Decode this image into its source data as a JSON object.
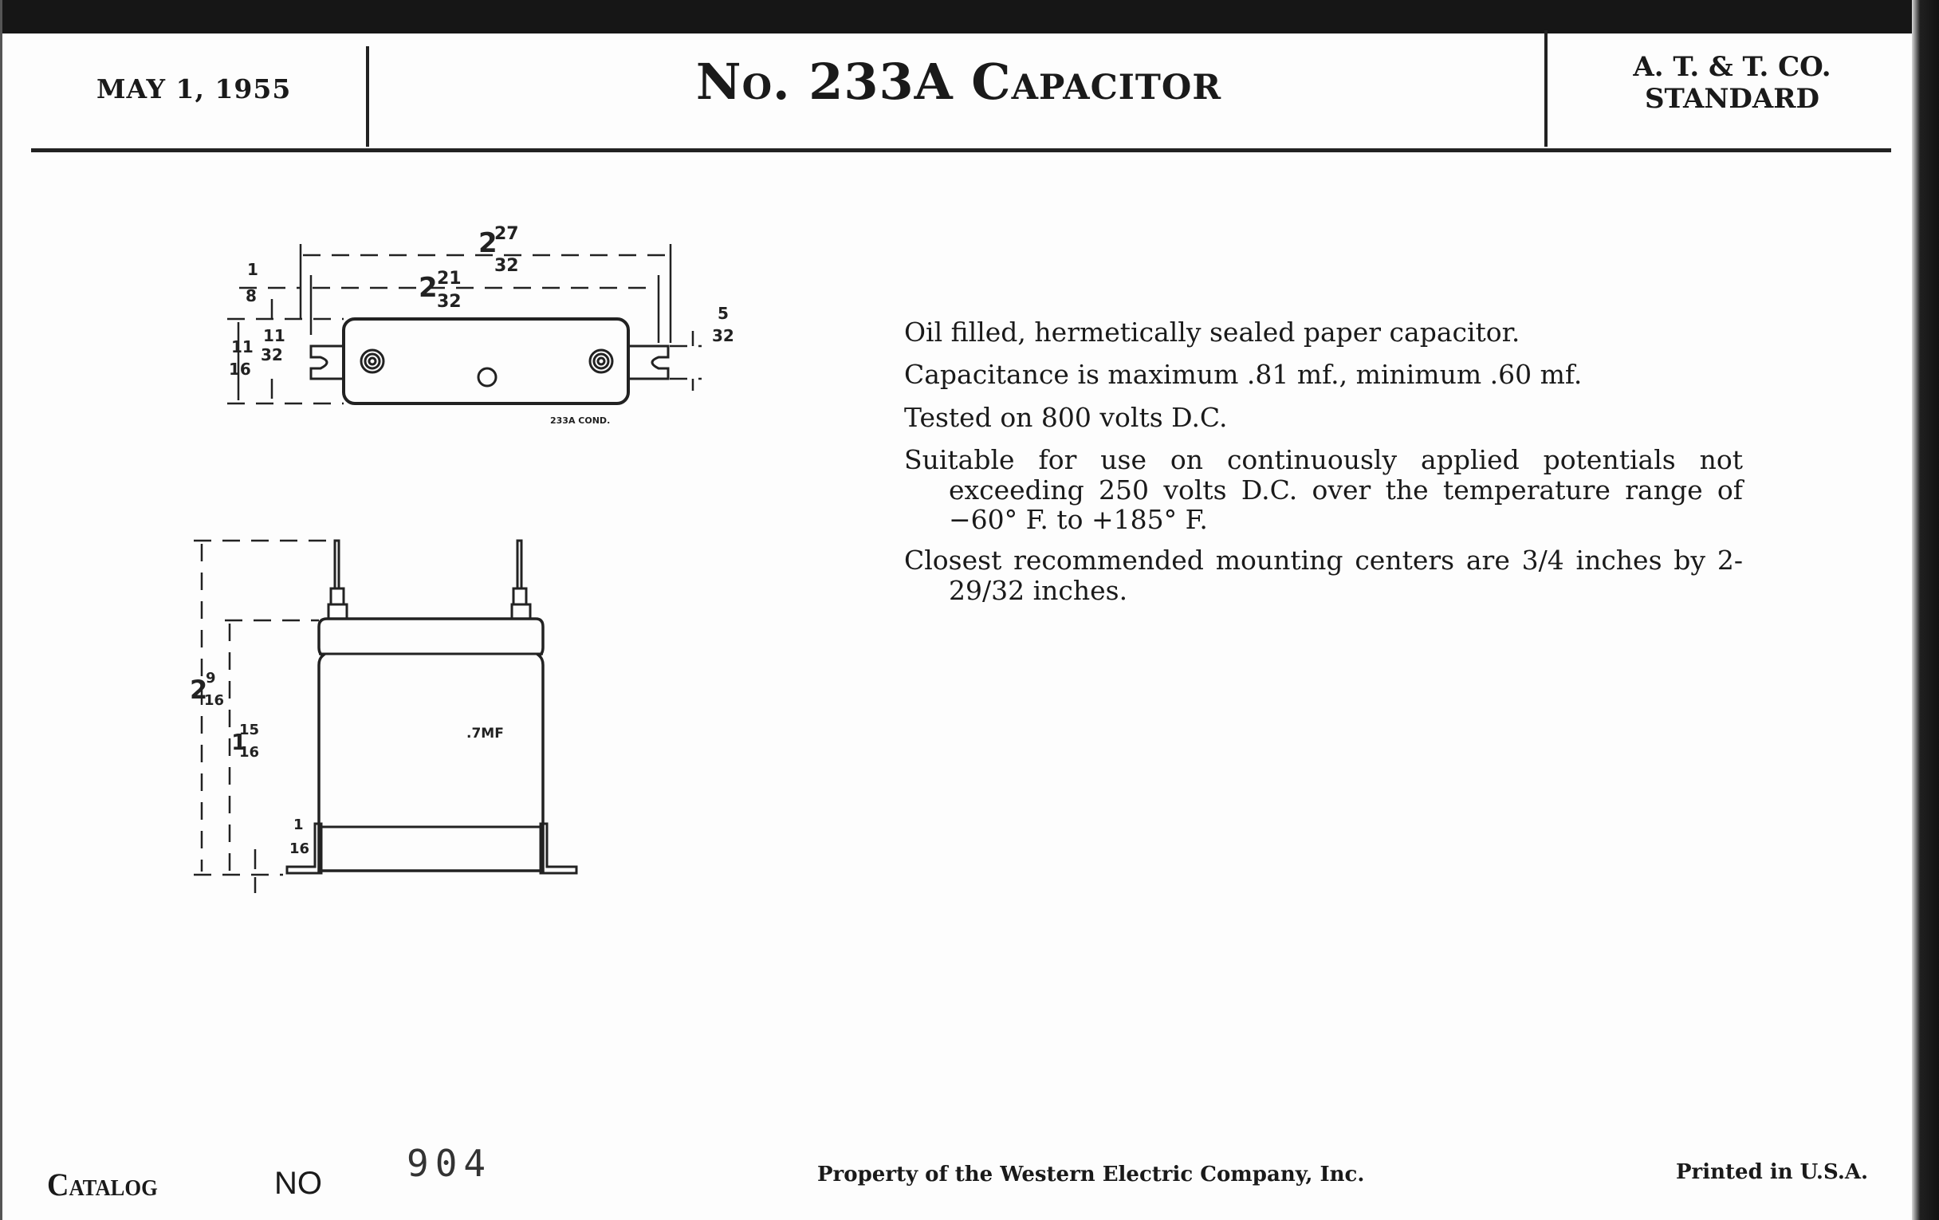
{
  "header": {
    "date": "MAY 1, 1955",
    "title": "No. 233A Capacitor",
    "standard_line1": "A. T. & T. CO.",
    "standard_line2": "STANDARD"
  },
  "description": [
    "Oil filled, hermetically sealed paper capacitor.",
    "Capacitance is maximum .81 mf., minimum .60 mf.",
    "Tested on 800 volts D.C.",
    "Suitable for use on continuously applied potentials not exceeding 250 volts D.C. over the temperature range of −60° F. to +185° F.",
    "Closest recommended mounting centers are 3/4 inches by 2-29/32 inches."
  ],
  "top_view": {
    "caption": "233A COND.",
    "dim_overall": {
      "whole": "2",
      "num": "27",
      "den": "32"
    },
    "dim_centers": {
      "whole": "2",
      "num": "21",
      "den": "32"
    },
    "dim_tab": {
      "num": "1",
      "den": "8"
    },
    "dim_depth": {
      "num": "11",
      "den": "16"
    },
    "dim_half": {
      "num": "11",
      "den": "32"
    },
    "dim_slot": {
      "num": "5",
      "den": "32"
    }
  },
  "side_view": {
    "label": ".7MF",
    "dim_total": {
      "whole": "2",
      "num": "9",
      "den": "16"
    },
    "dim_body": {
      "whole": "1",
      "num": "15",
      "den": "16"
    },
    "dim_foot": {
      "num": "1",
      "den": "16"
    }
  },
  "footer": {
    "catalog_label": "Catalog",
    "no_label": "NO",
    "catalog_number": "904",
    "property": "Property of the Western Electric Company, Inc.",
    "printed": "Printed in U.S.A."
  }
}
